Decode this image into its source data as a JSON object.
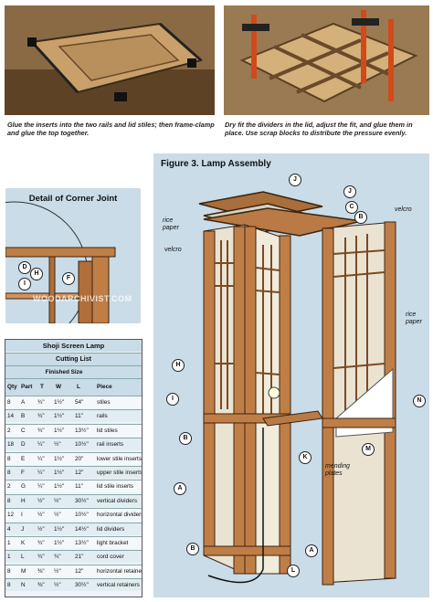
{
  "captions": {
    "left": "Glue the inserts into the two rails and lid stiles; then frame-clamp and glue the top together.",
    "right": "Dry fit the dividers in the lid, adjust the fit, and glue them in place. Use scrap blocks to distribute the pressure evenly."
  },
  "figure": {
    "title": "Figure 3. Lamp Assembly",
    "labels": {
      "rice_paper_top": "rice paper",
      "velcro_left": "velcro",
      "velcro_right": "velcro",
      "rice_paper_right": "rice paper",
      "mending_plates": "mending plates"
    },
    "letters": [
      "J",
      "J",
      "C",
      "B",
      "H",
      "I",
      "B",
      "A",
      "B",
      "L",
      "A",
      "K",
      "M",
      "N"
    ]
  },
  "detail": {
    "title": "Detail of Corner Joint",
    "letters": [
      "D",
      "H",
      "F",
      "I"
    ]
  },
  "watermark": "WOODARCHIVIST.COM",
  "cutting_list": {
    "title": "Shoji Screen Lamp",
    "subtitle": "Cutting List",
    "group_header": "Finished Size",
    "headers": [
      "Qty",
      "Part",
      "T",
      "W",
      "L",
      "Piece"
    ],
    "rows": [
      [
        "8",
        "A",
        "¾\"",
        "1½\"",
        "54\"",
        "stiles"
      ],
      [
        "14",
        "B",
        "¾\"",
        "1½\"",
        "11\"",
        "rails"
      ],
      [
        "2",
        "C",
        "¾\"",
        "1½\"",
        "13½\"",
        "lid stiles"
      ],
      [
        "18",
        "D",
        "¼\"",
        "½\"",
        "10½\"",
        "rail inserts"
      ],
      [
        "8",
        "E",
        "¼\"",
        "1½\"",
        "20\"",
        "lower stile inserts"
      ],
      [
        "8",
        "F",
        "¼\"",
        "1½\"",
        "12\"",
        "upper stile inserts"
      ],
      [
        "2",
        "G",
        "¼\"",
        "1½\"",
        "11\"",
        "lid stile inserts"
      ],
      [
        "8",
        "H",
        "½\"",
        "½\"",
        "30½\"",
        "vertical dividers"
      ],
      [
        "12",
        "I",
        "½\"",
        "½\"",
        "10½\"",
        "horizontal dividers"
      ],
      [
        "4",
        "J",
        "½\"",
        "1½\"",
        "14½\"",
        "lid dividers"
      ],
      [
        "1",
        "K",
        "¾\"",
        "1½\"",
        "13½\"",
        "light bracket"
      ],
      [
        "1",
        "L",
        "¾\"",
        "¾\"",
        "21\"",
        "cord cover"
      ],
      [
        "8",
        "M",
        "⅜\"",
        "½\"",
        "12\"",
        "horizontal retainers"
      ],
      [
        "8",
        "N",
        "⅜\"",
        "½\"",
        "30½\"",
        "vertical retainers"
      ]
    ]
  }
}
